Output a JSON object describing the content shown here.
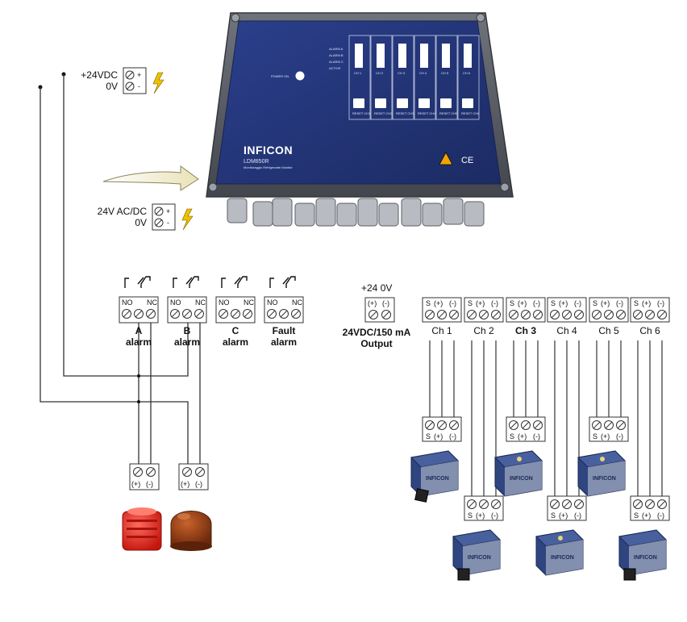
{
  "controller": {
    "brand": "INFICON",
    "model": "LDM850R",
    "subtitle": "Monitoraggio Refrigerante Monitor",
    "power_label": "POWER ON",
    "status_labels": [
      "ALARM A",
      "ALARM B",
      "ALARM C",
      "ACTIVE"
    ],
    "channel_labels": [
      "CH 1",
      "CH 2",
      "CH 3",
      "CH 4",
      "CH 5",
      "CH 6"
    ],
    "reset_labels": [
      "RESET CH1",
      "RESET CH2",
      "RESET CH3",
      "RESET CH4",
      "RESET CH5",
      "RESET CH6"
    ],
    "ce_mark": "CE"
  },
  "power_inputs": [
    {
      "line1": "+24VDC",
      "line2": "0V",
      "plus": "+",
      "minus": "-"
    },
    {
      "line1": "24V AC/DC",
      "line2": "0V",
      "plus": "+",
      "minus": "-"
    }
  ],
  "relays": [
    {
      "no": "NO",
      "nc": "NC",
      "name": "A",
      "sub": "alarm"
    },
    {
      "no": "NO",
      "nc": "NC",
      "name": "B",
      "sub": "alarm"
    },
    {
      "no": "NO",
      "nc": "NC",
      "name": "C",
      "sub": "alarm"
    },
    {
      "no": "NO",
      "nc": "NC",
      "name": "Fault",
      "sub": "alarm"
    }
  ],
  "output": {
    "top": "+24  0V",
    "plus": "(+)",
    "minus": "(-)",
    "line1": "24VDC/150 mA",
    "line2": "Output"
  },
  "channels": [
    {
      "name": "Ch 1",
      "s": "S",
      "plus": "(+)",
      "minus": "(-)"
    },
    {
      "name": "Ch 2",
      "s": "S",
      "plus": "(+)",
      "minus": "(-)"
    },
    {
      "name": "Ch 3",
      "s": "S",
      "plus": "(+)",
      "minus": "(-)"
    },
    {
      "name": "Ch 4",
      "s": "S",
      "plus": "(+)",
      "minus": "(-)"
    },
    {
      "name": "Ch 5",
      "s": "S",
      "plus": "(+)",
      "minus": "(-)"
    },
    {
      "name": "Ch 6",
      "s": "S",
      "plus": "(+)",
      "minus": "(-)"
    }
  ],
  "sensor_terminal": {
    "s": "S",
    "plus": "(+)",
    "minus": "(-)"
  },
  "sensor_brand": "INFICON",
  "alarm_terminal": {
    "plus": "(+)",
    "minus": "(-)"
  },
  "colors": {
    "panel": "#24367a",
    "enclosure": "#5d6068",
    "siren": "#e2231c",
    "beacon": "#9a3d14",
    "sensor_body": "#2f4580",
    "lightning": "#f0c000"
  }
}
